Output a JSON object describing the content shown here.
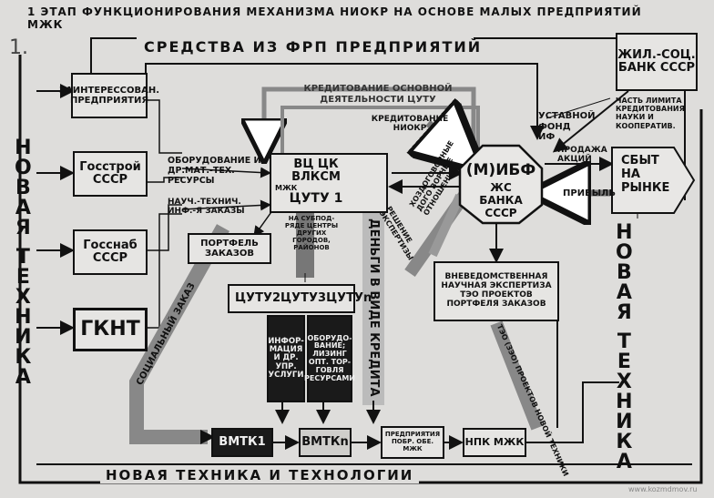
{
  "title": "1 ЭТАП ФУНКЦИОНИРОВАНИЯ МЕХАНИЗМА НИОКР НА ОСНОВЕ МАЛЫХ ПРЕДПРИЯТИЙ МЖК",
  "page_number": "1.",
  "top_banner": "СРЕДСТВА ИЗ ФРП ПРЕДПРИЯТИЙ",
  "bottom_banner": "НОВАЯ ТЕХНИКА И ТЕХНОЛОГИИ",
  "left_vertical": "НОВАЯ ТЕХНИКА",
  "right_vertical": "НОВАЯ ТЕХНИКА",
  "left_column": {
    "interested": "ЗАИНТЕРЕССОВАН. ПРЕДПРИЯТИЯ",
    "gosstroy": "Госстрой СССР",
    "gossnab": "Госснаб СССР",
    "gknt": "ГКНТ"
  },
  "bank": {
    "title": "ЖИЛ.-СОЦ. БАНК СССР",
    "note": "ЧАСТЬ ЛИМИТА КРЕДИТОВАНИЯ НАУКИ И КООПЕРАТИВ."
  },
  "arrows": {
    "credit_main": "КРЕДИТОВАНИЕ ОСНОВНОЙ ДЕЯТЕЛЬНОСТИ ЦУТУ",
    "credit_niokr": "КРЕДИТОВАНИЕ НИОКР",
    "fund": "УСТАВНОЙ ФОНД ИФ",
    "equipment": "ОБОРУДОВАНИЕ И ДР.МАТ.-ТЕХ. РЕСУРСЫ",
    "sci_orders": "НАУЧ.-ТЕХНИЧ. ИНФ.-Я ЗАКАЗЫ",
    "stock_sale": "ПРОДАЖА АКЦИЙ",
    "profit": "ПРИБЫЛЬ",
    "contracts": "ХОЗДОГОВОРНЫЕ ДОГО ВОРНЫЕ ОТНОШЕНИЯ",
    "expertise_decision": "РЕШЕНИЕ ЭКСПЕРТИЗЫ",
    "money_credit": "ДЕНЬГИ В ВИДЕ КРЕДИТА",
    "social_order": "СОЦИАЛЬНЫЙ ЗАКАЗ",
    "teo_projects": "ТЭО (ЗЭО) ПРОЕКТОВ НОВОЙ ТЕХНИКИ"
  },
  "center": {
    "header": "ВЦ ЦК ВЛКСМ",
    "sub": "МЖК",
    "cutu": "ЦУТУ 1",
    "note": "НА СУБПОД-РЯДЕ ЦЕНТРЫ ДРУГИХ ГОРОДОВ, РАЙОНОВ"
  },
  "portfolio": "ПОРТФЕЛЬ ЗАКАЗОВ",
  "cutu_row": [
    "ЦУТУ2",
    "ЦУТУ3",
    "ЦУТУn"
  ],
  "info": "ИНФОР-МАЦИЯ И ДР. УПР. УСЛУГИ",
  "equipment_leasing": "ОБОРУДО-ВАНИЕ; ЛИЗИНГ ОПТ. ТОР-ГОВЛЯ РЕСУРСАМИ",
  "ibf": {
    "title": "(М)ИБФ",
    "sub": "ЖС БАНКА СССР"
  },
  "market": "СБЫТ НА РЫНКЕ",
  "expertise_box": "ВНЕВЕДОМСТВЕННАЯ НАУЧНАЯ ЭКСПЕРТИЗА ТЭО ПРОЕКТОВ ПОРТФЕЛЯ ЗАКАЗОВ",
  "bottom_row": {
    "vmtk1": "ВМТК1",
    "vmtkn": "ВМТКn",
    "enterprises": "ПРЕДПРИЯТИЯ ПОБР. ОБЕ. МЖК",
    "npk": "НПК МЖК"
  },
  "watermark": "www.kozmdmov.ru"
}
